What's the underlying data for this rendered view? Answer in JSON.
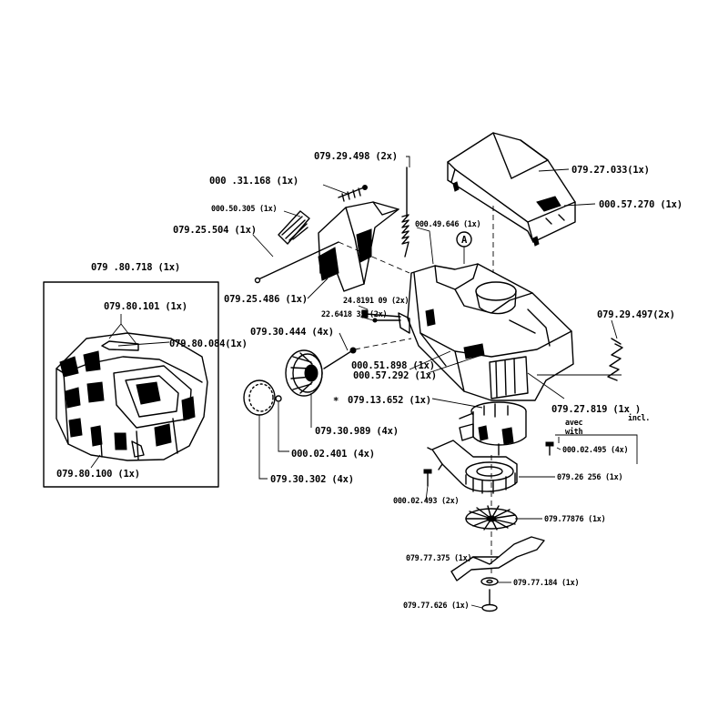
{
  "labels": {
    "p_079_29_498": "079.29.498 (2x)",
    "p_079_27_033": "079.27.033(1x)",
    "p_000_57_270": "000.57.270 (1x)",
    "p_000_31_168": "000 .31.168 (1x)",
    "p_000_50_305": "000.50.305 (1x)",
    "p_000_49_646": "000.49.646 (1x)",
    "p_079_25_504": "079.25.504 (1x)",
    "p_079_80_718": "079 .80.718 (1x)",
    "p_079_25_486": "079.25.486 (1x)",
    "p_24_819": "24.8191 09 (2x)",
    "p_22_641": "22.6418 35 (2x)",
    "p_079_80_101": "079.80.101 (1x)",
    "p_079_29_497": "079.29.497(2x)",
    "p_079_80_084": "079.80.084(1x)",
    "p_079_30_444": "079.30.444 (4x)",
    "p_000_51_898": "000.51.898 (1x)",
    "p_000_57_292": "000.57.292 (1x)",
    "p_079_13_652": "079.13.652 (1x)",
    "p_079_27_819": "079.27.819 (1x )",
    "p_079_30_989": "079.30.989 (4x)",
    "p_000_02_495": "000.02.495 (4x)",
    "p_000_02_401": "000.02.401 (4x)",
    "p_079_80_100": "079.80.100 (1x)",
    "p_079_30_302": "079.30.302 (4x)",
    "p_079_26_256": "079.26 256 (1x)",
    "p_000_02_493": "000.02.493 (2x)",
    "p_079_77_876": "079.77876 (1x)",
    "p_079_77_375": "079.77.375 (1x)",
    "p_079_77_184": "079.77.184 (1x)",
    "p_079_77_626": "079.77.626 (1x)"
  },
  "markers": {
    "callout_a": "A",
    "asterisk": "*"
  },
  "note": {
    "avec": "avec",
    "incl": "incl.",
    "with": "with"
  }
}
